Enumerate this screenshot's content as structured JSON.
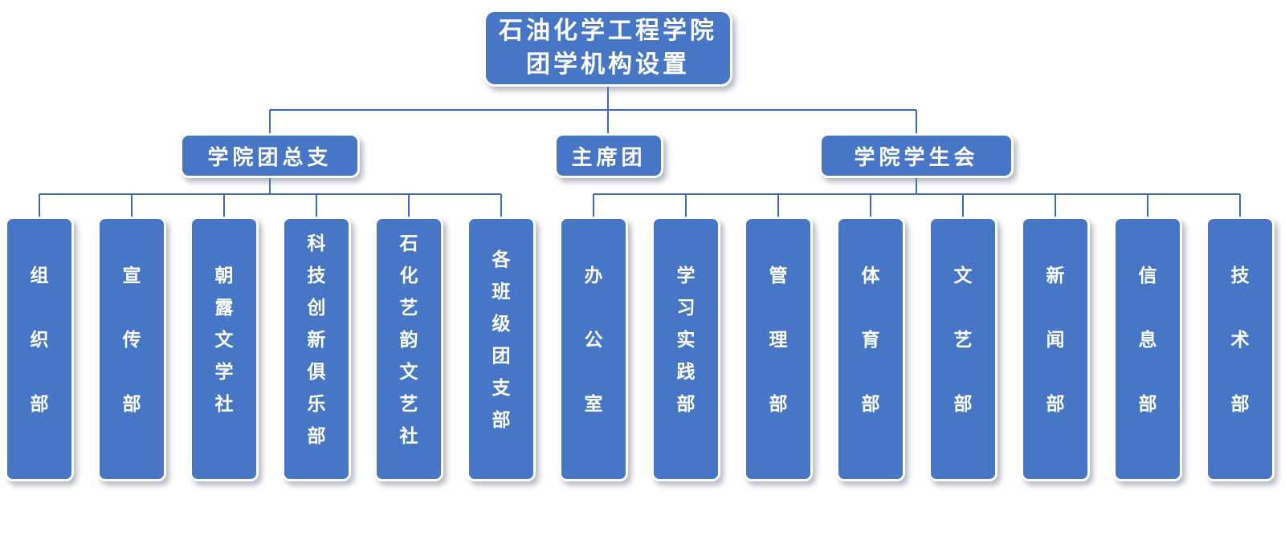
{
  "title": {
    "line1": "石油化学工程学院",
    "line2": "团学机构设置"
  },
  "level2": [
    {
      "label": "学院团总支"
    },
    {
      "label": "主席团"
    },
    {
      "label": "学院学生会"
    }
  ],
  "level3": {
    "league_branch_children": [
      "组织部",
      "宣传部",
      "朝露文学社",
      "科技创新俱乐部",
      "石化艺韵文艺社",
      "各班级团支部"
    ],
    "student_union_children": [
      "办公室",
      "学习实践部",
      "管理部",
      "体育部",
      "文艺部",
      "新闻部",
      "信息部",
      "技术部"
    ]
  },
  "colors": {
    "box_fill": "#4776C6",
    "box_border": "#FFFFFF",
    "box_text": "#FFFFFF",
    "connector": "#3C6AB5",
    "background": "#FFFFFF"
  }
}
